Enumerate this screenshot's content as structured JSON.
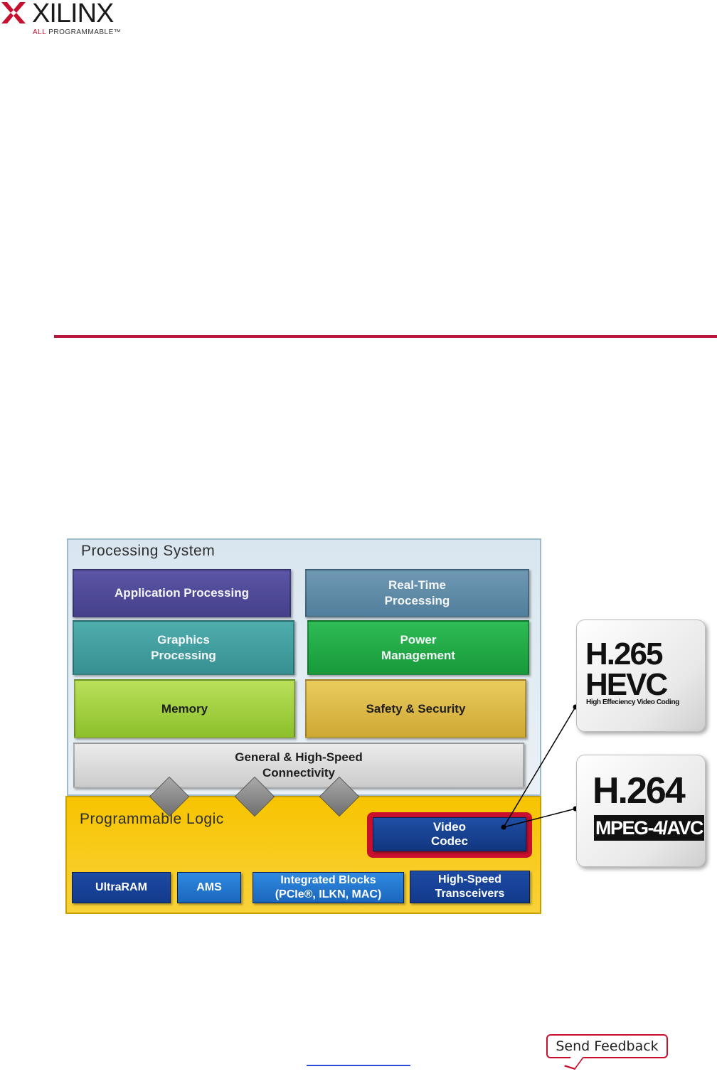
{
  "header": {
    "logo_word": "XILINX",
    "logo_tag_all": "ALL",
    "logo_tag_rest": "PROGRAMMABLE"
  },
  "diagram": {
    "processing_system": {
      "title": "Processing System",
      "blocks": [
        {
          "label": "Application Processing",
          "color": "#4f4a97"
        },
        {
          "label": "Real-Time\nProcessing",
          "color": "#5e8aa6"
        },
        {
          "label": "Graphics\nProcessing",
          "color": "#3f9a9c"
        },
        {
          "label": "Power\nManagement",
          "color": "#1ea743"
        },
        {
          "label": "Memory",
          "color": "#9ccd33"
        },
        {
          "label": "Safety & Security",
          "color": "#d8b53b"
        },
        {
          "label": "General & High-Speed\nConnectivity",
          "color": "#d9d9d9"
        }
      ]
    },
    "programmable_logic": {
      "title": "Programmable Logic",
      "video_codec": {
        "label": "Video\nCodec",
        "color": "#123a8c",
        "highlight": "#c8102e"
      },
      "blocks": [
        {
          "label": "UltraRAM",
          "color": "#123a8c"
        },
        {
          "label": "AMS",
          "color": "#1e73c8"
        },
        {
          "label": "Integrated  Blocks\n(PCIe®, ILKN, MAC)",
          "color": "#1e73c8"
        },
        {
          "label": "High-Speed\nTransceivers",
          "color": "#123a8c"
        }
      ]
    },
    "codecs": [
      {
        "line1": "H.265",
        "line2": "HEVC",
        "line3": "High Effeciency Video Coding"
      },
      {
        "line1": "H.264",
        "line2": "MPEG-4/AVC"
      }
    ]
  },
  "footer": {
    "feedback_label": "Send Feedback"
  }
}
